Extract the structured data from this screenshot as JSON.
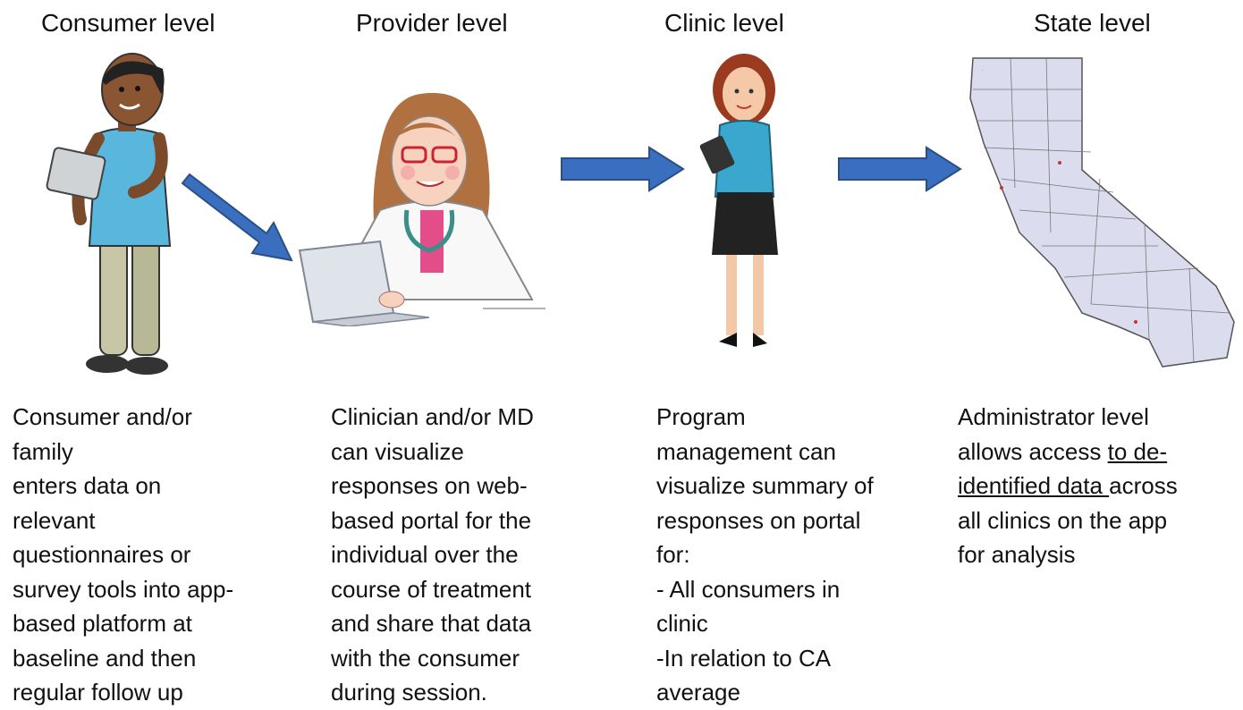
{
  "columns": [
    {
      "id": "consumer",
      "title": "Consumer level",
      "description": "Consumer and/or\nfamily\nenters data on\nrelevant\nquestionnaires or\nsurvey tools into app-\nbased platform at\nbaseline and then\nregular follow up"
    },
    {
      "id": "provider",
      "title": "Provider level",
      "description": "Clinician and/or MD\ncan visualize\nresponses on web-\nbased portal for the\nindividual over the\ncourse of treatment\nand share that data\nwith the consumer\nduring session."
    },
    {
      "id": "clinic",
      "title": "Clinic level",
      "description": "Program\nmanagement  can\nvisualize summary of\nresponses on portal\nfor:\n- All consumers in\nclinic\n-In relation to CA\naverage"
    },
    {
      "id": "state",
      "title": "State level",
      "description_parts": {
        "p1": "Administrator  level\nallows access ",
        "p2_underlined": "to de-\nidentified data ",
        "p3": "across\nall clinics on the app\nfor analysis"
      }
    }
  ],
  "colors": {
    "arrow_fill": "#3a6fbf",
    "arrow_stroke": "#2a4f86",
    "map_fill": "#dcdcef",
    "map_stroke": "#555"
  },
  "icons": [
    "man-with-tablet-icon",
    "female-doctor-laptop-icon",
    "businesswoman-tablet-icon",
    "california-map-icon"
  ]
}
